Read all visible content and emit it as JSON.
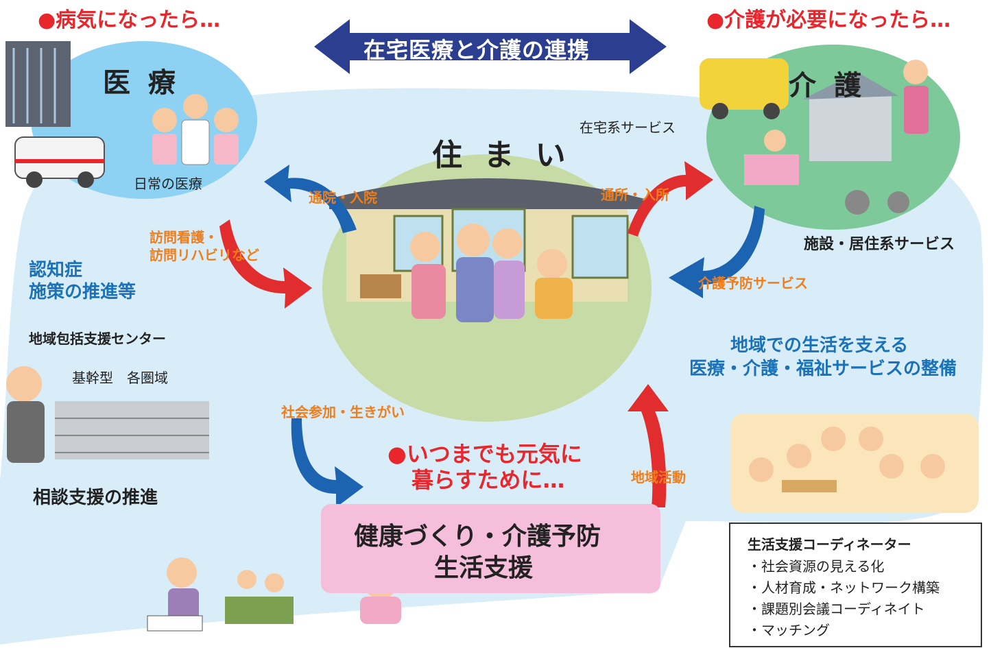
{
  "top_left_heading": "●病気になったら…",
  "top_right_heading": "●介護が必要になったら…",
  "banner_label": "在宅医療と介護の連携",
  "medical": {
    "title": "医 療",
    "caption": "日常の医療"
  },
  "care": {
    "title": "介 護",
    "home_service": "在宅系サービス",
    "facility_service": "施設・居住系サービス"
  },
  "home": {
    "title": "住 ま い"
  },
  "arrows": {
    "hospital_visit": "通院・入院",
    "home_nursing_line1": "訪問看護・",
    "home_nursing_line2": "訪問リハビリなど",
    "day_care": "通所・入所",
    "prevention_service": "介護予防サービス",
    "social_participation": "社会参加・生きがい",
    "community_activity": "地域活動"
  },
  "left": {
    "dementia_line1": "認知症",
    "dementia_line2": "施策の推進等",
    "center_label": "地域包括支援センター",
    "center_types": "基幹型　各圏域",
    "consult": "相談支援の推進"
  },
  "right": {
    "community_line1": "地域での生活を支える",
    "community_line2": "医療・介護・福祉サービスの整備"
  },
  "bottom_center": {
    "slogan_line1": "●いつまでも元気に",
    "slogan_line2": "暮らすために…",
    "box_line1": "健康づくり・介護予防",
    "box_line2": "生活支援"
  },
  "coordinator": {
    "title": "生活支援コーディネーター",
    "items": [
      "・社会資源の見える化",
      "・人材育成・ネットワーク構築",
      "・課題別会議コーディネイト",
      "・マッチング"
    ]
  },
  "colors": {
    "light_blue_bg": "#d9edf9",
    "medical_circle": "#8dd2f2",
    "care_circle": "#7ec99a",
    "banner": "#2b3e8f",
    "pink_box": "#f5bedb"
  }
}
